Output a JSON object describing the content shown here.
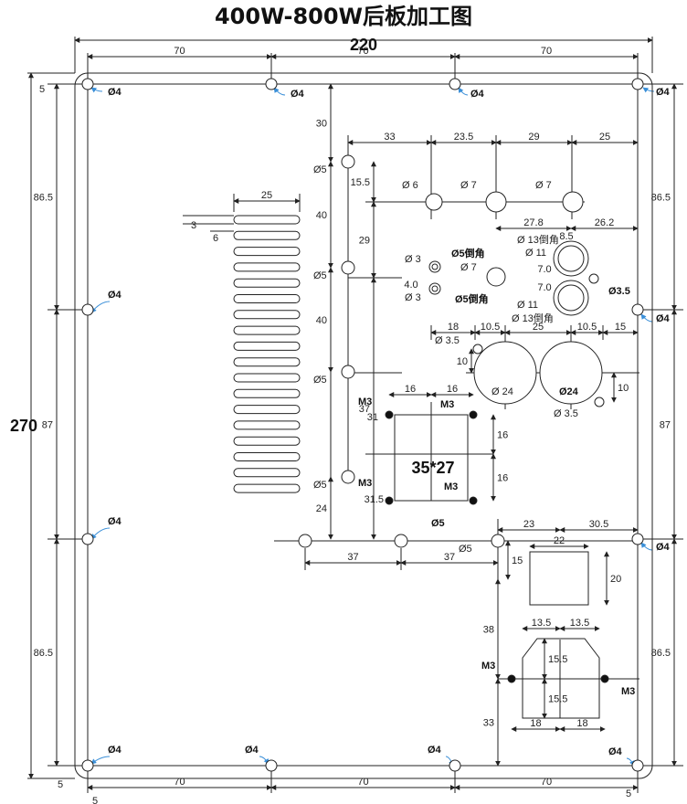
{
  "title": "400W-800W后板加工图",
  "overall": {
    "width": "220",
    "height": "270"
  },
  "top_dims": [
    "70",
    "70",
    "70"
  ],
  "bottom_dims": [
    "70",
    "70",
    "70"
  ],
  "edge_dims": {
    "top_offset": "5",
    "bottom_offset": "5",
    "left_bottom": "5",
    "right_bottom": "5"
  },
  "left_dims": [
    "86.5",
    "87",
    "86.5"
  ],
  "right_dims": [
    "86.5",
    "87",
    "86.5"
  ],
  "vent": {
    "width": "25",
    "slot_height": "3",
    "pitch": "6",
    "slot_count": 18
  },
  "column_dims": [
    "30",
    "40",
    "40",
    "24"
  ],
  "top_row_dims": [
    "33",
    "23.5",
    "29",
    "25"
  ],
  "mid_dims": {
    "d155": "15.5",
    "d29": "29",
    "d37": "37",
    "d278": "27.8",
    "d262": "26.2",
    "d85": "8.5",
    "d70a": "7.0",
    "d70b": "7.0",
    "d40": "4.0"
  },
  "fan_row_dims": [
    "18",
    "10.5",
    "25",
    "10.5",
    "15"
  ],
  "misc_dims": {
    "d10a": "10",
    "d10b": "10",
    "d16a": "16",
    "d16b": "16",
    "d16c": "16",
    "d16d": "16",
    "d31": "31",
    "d315": "31.5"
  },
  "rect_label": "35*27",
  "bottom_row_dims": [
    "37",
    "37"
  ],
  "lower_dims": {
    "d23": "23",
    "d305": "30.5",
    "d15": "15",
    "d22": "22",
    "d20": "20",
    "d38": "38",
    "d33": "33",
    "d135a": "13.5",
    "d135b": "13.5",
    "d155a": "15.5",
    "d155b": "15.5",
    "d18a": "18",
    "d18b": "18"
  },
  "hole_labels": {
    "phi4": "Ø4",
    "phi5": "Ø5",
    "phi6": "Ø 6",
    "phi7": "Ø7",
    "phi7s": "Ø 7",
    "phi3": "Ø 3",
    "phi5chamfer": "Ø5倒角",
    "phi13chamfer": "Ø 13倒角",
    "phi11": "Ø 11",
    "phi35": "Ø3.5",
    "phi35s": "Ø 3.5",
    "phi24": "Ø24",
    "phi24s": "Ø 24",
    "m3": "M3"
  }
}
